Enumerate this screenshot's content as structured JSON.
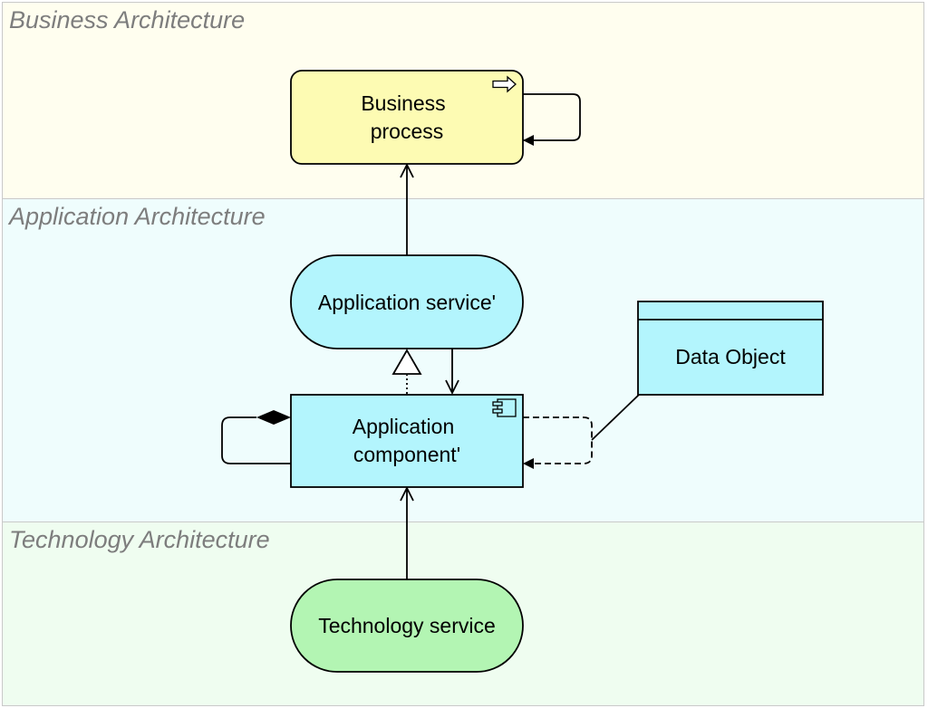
{
  "layers": {
    "business": {
      "title": "Business Architecture",
      "color": "#fffeef"
    },
    "application": {
      "title": "Application Architecture",
      "color": "#effdfd"
    },
    "technology": {
      "title": "Technology Architecture",
      "color": "#effdf0"
    }
  },
  "nodes": {
    "business_process": {
      "line1": "Business",
      "line2": "process",
      "fill": "#fdfbb3",
      "icon": "process-arrow-icon"
    },
    "application_service": {
      "label": "Application service'",
      "fill": "#b3f5fd"
    },
    "application_component": {
      "line1": "Application",
      "line2": "component'",
      "fill": "#b3f5fd",
      "icon": "component-icon"
    },
    "data_object": {
      "label": "Data Object",
      "fill": "#b3f5fd"
    },
    "technology_service": {
      "label": "Technology service",
      "fill": "#b3f5b3"
    }
  },
  "relationships": [
    {
      "from": "application_service",
      "to": "business_process",
      "type": "serving"
    },
    {
      "from": "business_process",
      "to": "business_process",
      "type": "triggering"
    },
    {
      "from": "application_component",
      "to": "application_service",
      "type": "realization"
    },
    {
      "from": "application_service",
      "to": "application_component",
      "type": "serving"
    },
    {
      "from": "application_component",
      "to": "application_component",
      "type": "composition"
    },
    {
      "from": "application_component",
      "to": "application_component",
      "type": "flow",
      "associated": "data_object"
    },
    {
      "from": "technology_service",
      "to": "application_component",
      "type": "serving"
    }
  ]
}
